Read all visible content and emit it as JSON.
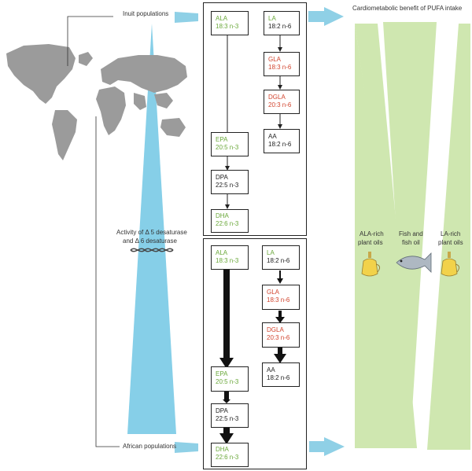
{
  "colors": {
    "green_text": "#6aa83a",
    "red_text": "#d2452f",
    "blue_arrow": "#8fd0e6",
    "blue_triangle": "#86cfe8",
    "green_triangle": "#cfe7b0",
    "map_gray": "#9b9b9b"
  },
  "labels": {
    "inuit": "Inuit populations",
    "african": "African populations",
    "benefit_title": "Cardiometabolic benefit of PUFA intake",
    "desaturase_line1": "Activity of Δ 5 desaturase",
    "desaturase_line2": "and Δ 6 desaturase"
  },
  "benefits": {
    "ala": {
      "line1": "ALA-rich",
      "line2": "plant oils"
    },
    "fish": {
      "line1": "Fish and",
      "line2": "fish oil"
    },
    "la": {
      "line1": "LA-rich",
      "line2": "plant oils"
    }
  },
  "top_panel": {
    "ala": {
      "name": "ALA",
      "formula": "18:3 n-3"
    },
    "la": {
      "name": "LA",
      "formula": "18:2 n-6"
    },
    "gla": {
      "name": "GLA",
      "formula": "18:3 n-6"
    },
    "dgla": {
      "name": "DGLA",
      "formula": "20:3 n-6"
    },
    "aa": {
      "name": "AA",
      "formula": "18:2 n-6"
    },
    "epa": {
      "name": "EPA",
      "formula": "20:5 n-3"
    },
    "dpa": {
      "name": "DPA",
      "formula": "22:5 n-3"
    },
    "dha": {
      "name": "DHA",
      "formula": "22:6 n-3"
    }
  },
  "bottom_panel": {
    "ala": {
      "name": "ALA",
      "formula": "18:3 n-3"
    },
    "la": {
      "name": "LA",
      "formula": "18:2 n-6"
    },
    "gla": {
      "name": "GLA",
      "formula": "18:3 n-6"
    },
    "dgla": {
      "name": "DGLA",
      "formula": "20:3 n-6"
    },
    "aa": {
      "name": "AA",
      "formula": "18:2 n-6"
    },
    "epa": {
      "name": "EPA",
      "formula": "20:5 n-3"
    },
    "dpa": {
      "name": "DPA",
      "formula": "22:5 n-3"
    },
    "dha": {
      "name": "DHA",
      "formula": "22:6 n-3"
    }
  },
  "icons": [
    "world-map-icon",
    "dna-icon",
    "oil-bottle-icon",
    "fish-icon"
  ]
}
